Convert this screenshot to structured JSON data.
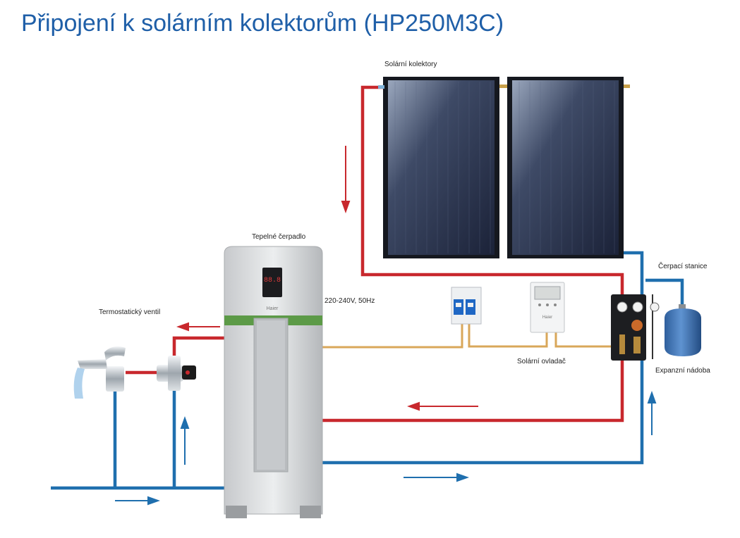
{
  "title": "Připojení k solárním kolektorům (HP250M3C)",
  "labels": {
    "solar_collectors": "Solární kolektory",
    "heat_pump": "Tepelné čerpadlo",
    "power_spec": "220-240V, 50Hz",
    "thermostatic_valve": "Termostatický ventil",
    "pump_station": "Čerpací stanice",
    "expansion_tank": "Expanzní nádoba",
    "solar_controller": "Solární ovladač"
  },
  "devices": {
    "heat_pump_display": "88.8",
    "heat_pump_brand": "Haier",
    "controller_brand": "Haier"
  },
  "colors": {
    "hot_pipe": "#c8282d",
    "cold_pipe": "#1f6fae",
    "cable": "#d9a75a",
    "title": "#1f5fa8"
  }
}
